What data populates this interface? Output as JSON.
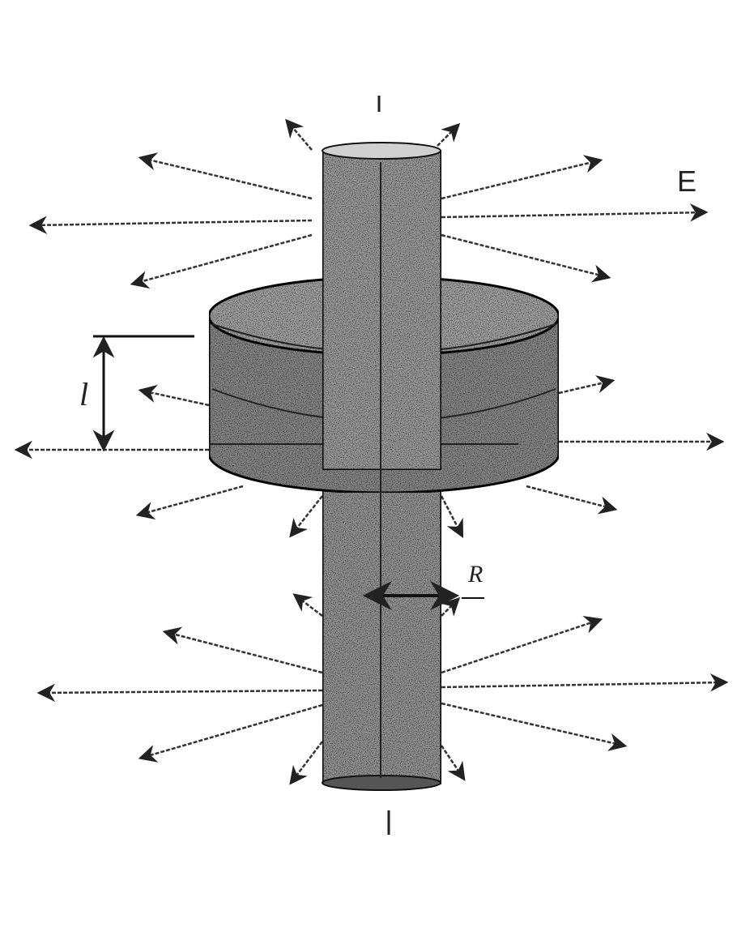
{
  "figure": {
    "labels": {
      "field": "E",
      "length": "l",
      "radius": "R"
    },
    "colors": {
      "ink": "#1a1a1a",
      "shade": "#8a8a8a",
      "background": "#ffffff"
    }
  }
}
